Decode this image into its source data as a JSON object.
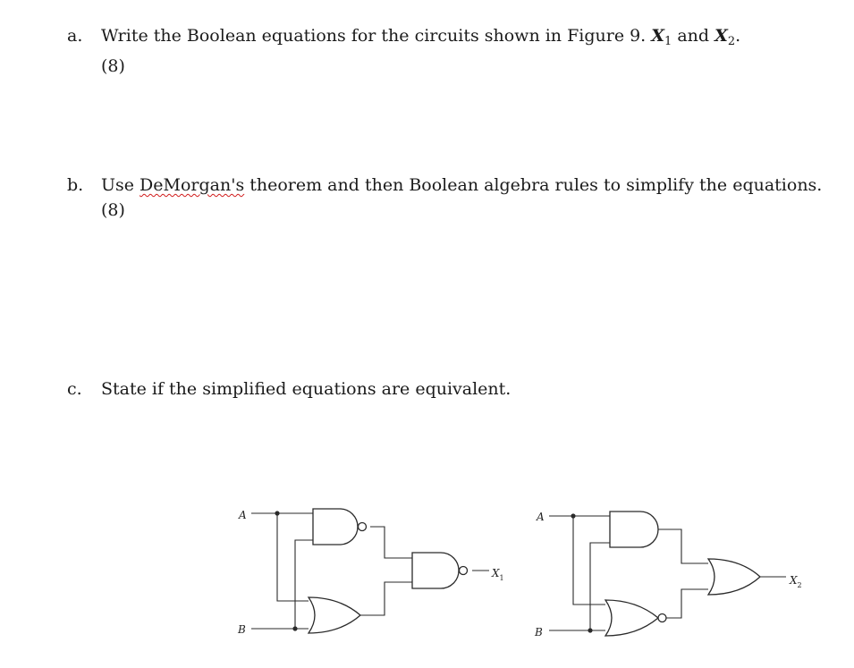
{
  "questions": [
    {
      "letter": "a.",
      "text_prefix": "Write the Boolean equations for the circuits shown in Figure 9. ",
      "var1": "X",
      "var1_sub": "1",
      "and_word": " and ",
      "var2": "X",
      "var2_sub": "2",
      "end": ".",
      "marks": "(8)"
    },
    {
      "letter": "b.",
      "text_prefix": "Use ",
      "flagged_word": "DeMorgan's",
      "text_suffix": " theorem and then Boolean algebra rules to simplify the equations.",
      "marks": "(8)"
    },
    {
      "letter": "c.",
      "text": "State if the simplified equations are equivalent."
    }
  ],
  "figure": {
    "circuit1": {
      "input_a": "A",
      "input_b": "B",
      "output": "X",
      "output_sub": "1",
      "gates": [
        "nand",
        "or",
        "nand"
      ]
    },
    "circuit2": {
      "input_a": "A",
      "input_b": "B",
      "output": "X",
      "output_sub": "2",
      "gates": [
        "and",
        "nor",
        "or"
      ]
    }
  }
}
